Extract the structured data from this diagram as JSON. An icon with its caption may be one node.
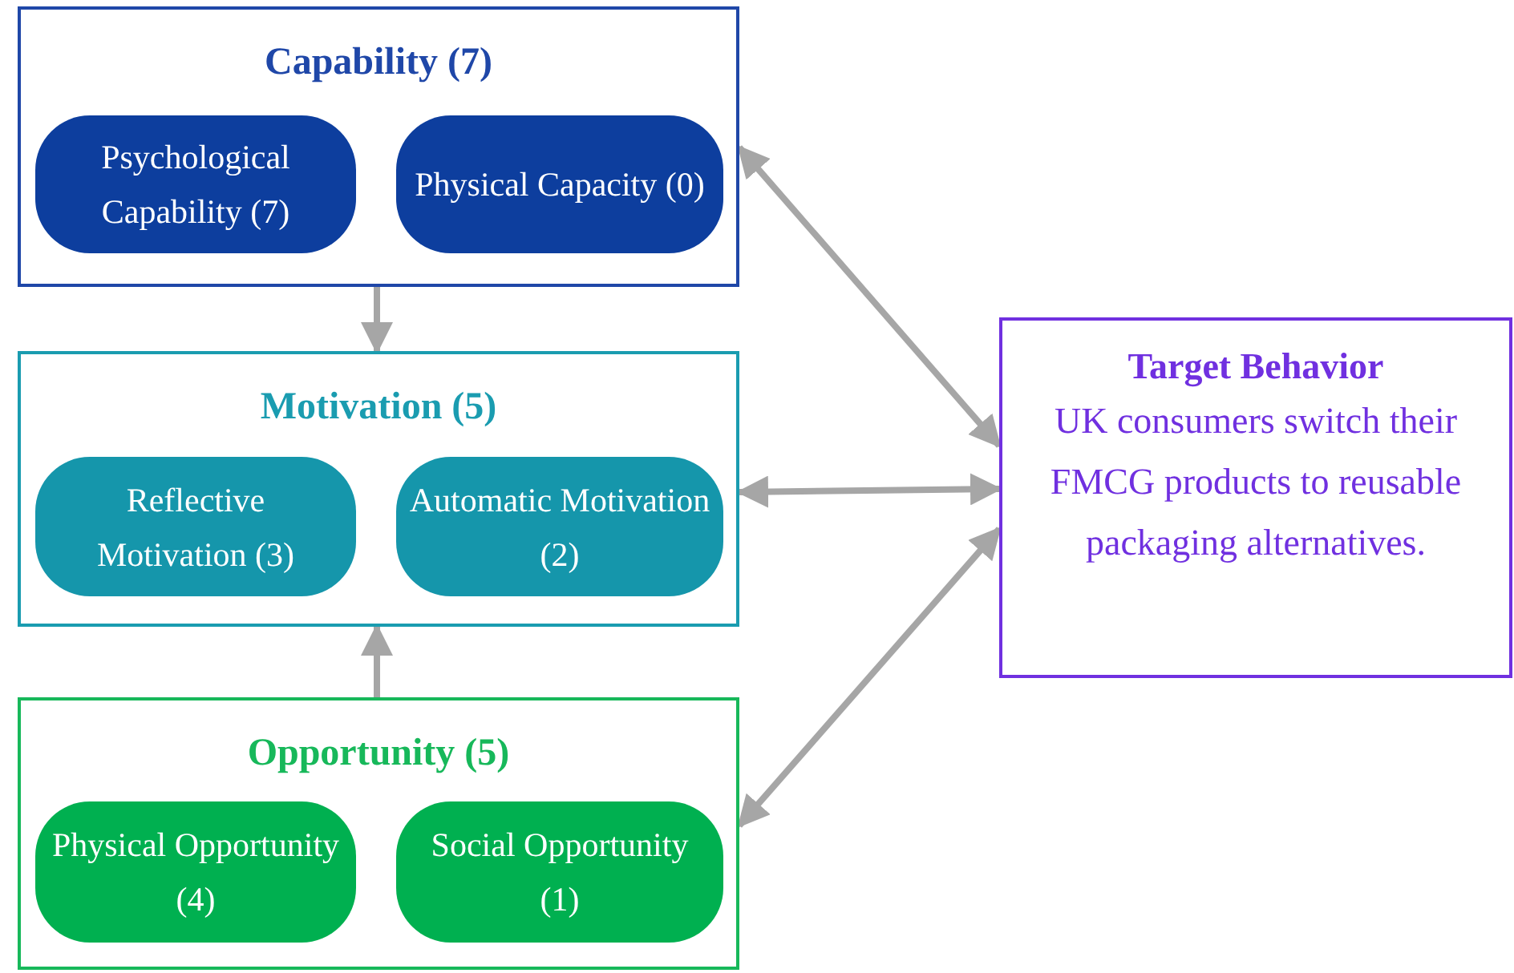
{
  "diagram": {
    "nodes": [
      {
        "text": [
          "Capability (7)"
        ]
      },
      {
        "text": [
          "Psychological Capability (7)"
        ],
        "in": 0
      },
      {
        "text": [
          "Physical Capacity (0)"
        ],
        "in": 0
      },
      {
        "text": [
          "Motivation (5)"
        ]
      },
      {
        "text": [
          "Reflective Motivation (3)"
        ],
        "in": 3
      },
      {
        "text": [
          "Automatic Motivation (2)"
        ],
        "in": 3
      },
      {
        "text": [
          "Opportunity (5)"
        ]
      },
      {
        "text": [
          "Physical Opportunity (4)"
        ],
        "in": 6
      },
      {
        "text": [
          "Social Opportunity (1)"
        ],
        "in": 6
      },
      {
        "text": [
          "Target Behavior",
          "UK consumers switch their FMCG products to reusable packaging alternatives."
        ]
      }
    ],
    "edges": [
      {
        "from": 0,
        "to": 3,
        "arrow": "to"
      },
      {
        "from": 6,
        "to": 3,
        "arrow": "to"
      },
      {
        "from": 0,
        "to": 9,
        "arrow": "both"
      },
      {
        "from": 3,
        "to": 9,
        "arrow": "both"
      },
      {
        "from": 6,
        "to": 9,
        "arrow": "both"
      }
    ]
  }
}
